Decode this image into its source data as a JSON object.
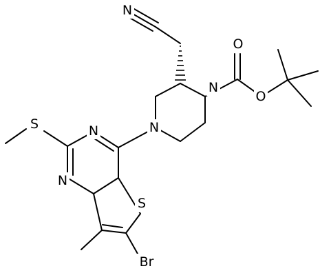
{
  "atom_labels": {
    "nitrile_n": "N",
    "pyrimidine_n3": "N",
    "pyrimidine_n1": "N",
    "piperazine_n4": "N",
    "piperazine_n1": "N",
    "thiomethyl_s": "S",
    "thiophene_s": "S",
    "carbonyl_o": "O",
    "ester_o": "O",
    "bromine": "Br"
  }
}
